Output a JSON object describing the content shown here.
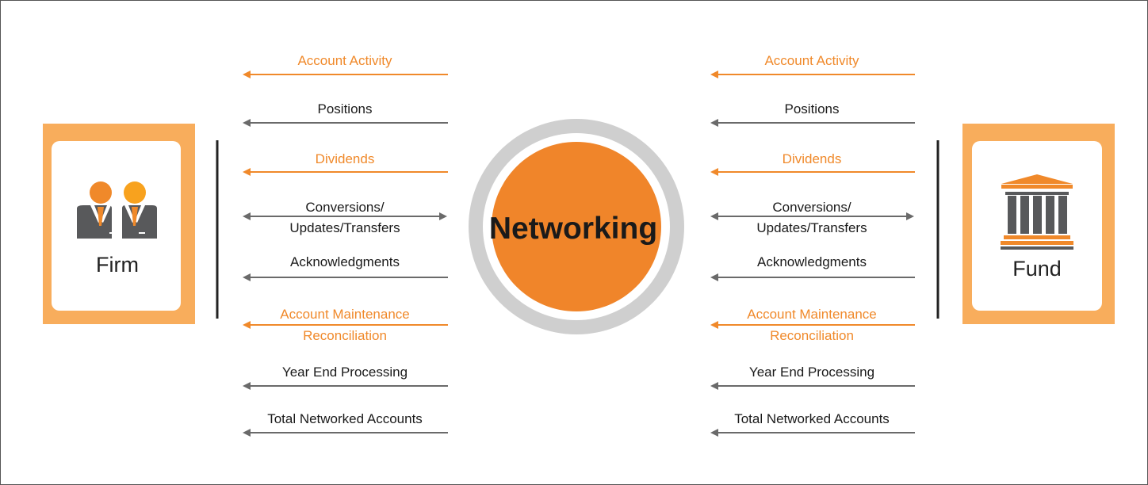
{
  "colors": {
    "orange": "#f0892a",
    "gray": "#6a6a6a",
    "box_fill": "#f8ad5c",
    "ring": "#cfcfcf",
    "center": "#f0852a",
    "divider": "#222222",
    "building": "#58595b"
  },
  "center": {
    "label": "Networking"
  },
  "firm": {
    "label": "Firm",
    "icon": "business-people-icon"
  },
  "fund": {
    "label": "Fund",
    "icon": "bank-building-icon"
  },
  "flows": [
    {
      "lines": [
        "Account Activity"
      ],
      "color": "orange",
      "direction": "to-left"
    },
    {
      "lines": [
        "Positions"
      ],
      "color": "gray",
      "direction": "to-left"
    },
    {
      "lines": [
        "Dividends"
      ],
      "color": "orange",
      "direction": "to-left"
    },
    {
      "lines": [
        "Conversions/",
        "Updates/Transfers"
      ],
      "color": "gray",
      "direction": "both"
    },
    {
      "lines": [
        "Acknowledgments"
      ],
      "color": "gray",
      "direction": "to-left"
    },
    {
      "lines": [
        "Account Maintenance",
        "Reconciliation"
      ],
      "color": "orange",
      "direction": "to-left"
    },
    {
      "lines": [
        "Year End Processing"
      ],
      "color": "gray",
      "direction": "to-left"
    },
    {
      "lines": [
        "Total Networked Accounts"
      ],
      "color": "gray",
      "direction": "to-left"
    }
  ]
}
